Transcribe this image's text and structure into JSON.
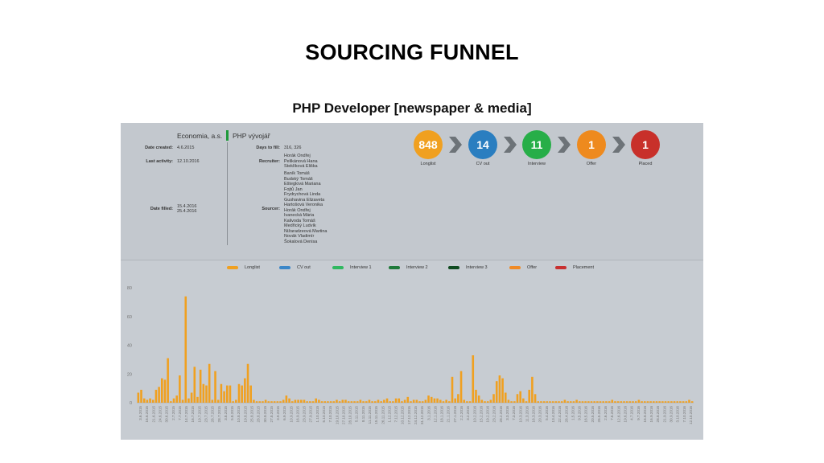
{
  "title": "SOURCING FUNNEL",
  "subtitle": "PHP Developer [newspaper & media]",
  "header": {
    "company": "Economia, a.s.",
    "position": "PHP vývojář"
  },
  "details_left": {
    "date_created_label": "Date created:",
    "date_created": "4.6.2015",
    "last_activity_label": "Last activity:",
    "last_activity": "12.10.2016",
    "date_filled_label": "Date filled:",
    "date_filled": [
      "15.4.2016",
      "25.4.2016"
    ]
  },
  "details_right": {
    "days_to_fill_label": "Days to fill:",
    "days_to_fill": "316, 326",
    "recruiter_label": "Recruiter:",
    "recruiters": [
      "Horák Ondřej",
      "Pelikánová Hana",
      "Steklíková Eliška"
    ],
    "sourcer_label": "Sourcer:",
    "sourcers": [
      "Baník Tomáš",
      "Budský Tomáš",
      "Ešteglová Mariana",
      "Fojtů Jan",
      "Frydrychová Linda",
      "Gushavina Elizaveta",
      "Hartošová Veronika",
      "Horák Ondřej",
      "Ivanecká Mária",
      "Kalivoda Tomáš",
      "Medřický Ludvík",
      "Nižaradzeová Martina",
      "Novák Vladimír",
      "Šokalová Denisa"
    ]
  },
  "funnel": [
    {
      "value": "848",
      "label": "Longlist",
      "color": "#f0a020"
    },
    {
      "value": "14",
      "label": "CV out",
      "color": "#2a7ec0"
    },
    {
      "value": "11",
      "label": "Interview",
      "color": "#27ae48"
    },
    {
      "value": "1",
      "label": "Offer",
      "color": "#ee8a1e"
    },
    {
      "value": "1",
      "label": "Placed",
      "color": "#c8302a"
    }
  ],
  "legend": [
    {
      "label": "Longlist",
      "color": "#f0a020"
    },
    {
      "label": "CV out",
      "color": "#3a86c8"
    },
    {
      "label": "Interview 1",
      "color": "#30b860"
    },
    {
      "label": "Interview 2",
      "color": "#1f7a3a"
    },
    {
      "label": "Interview 3",
      "color": "#0f4a20"
    },
    {
      "label": "Offer",
      "color": "#f08a25"
    },
    {
      "label": "Placement",
      "color": "#c83030"
    }
  ],
  "chart_data": {
    "type": "bar",
    "ylim": [
      0,
      80
    ],
    "yticks": [
      0,
      20,
      40,
      60,
      80
    ],
    "grid": false,
    "legend_position": "top",
    "x_labels": [
      "3.6.2015",
      "16.6.2015",
      "21.6.2015",
      "24.6.2015",
      "30.6.2015",
      "2.7.2015",
      "7.7.2015",
      "14.7.2015",
      "16.7.2015",
      "19.7.2015",
      "23.7.2015",
      "26.7.2015",
      "28.7.2015",
      "3.8.2015",
      "5.8.2015",
      "10.8.2015",
      "19.8.2015",
      "25.8.2015",
      "28.8.2015",
      "30.8.2015",
      "27.8.2015",
      "3.9.2015",
      "6.9.2015",
      "10.9.2015",
      "16.9.2015",
      "23.9.2015",
      "27.9.2015",
      "1.10.2015",
      "5.10.2015",
      "7.10.2015",
      "19.10.2015",
      "27.10.2015",
      "28.10.2015",
      "5.11.2015",
      "8.11.2015",
      "11.11.2015",
      "15.11.2015",
      "26.11.2015",
      "1.12.2015",
      "7.12.2015",
      "10.12.2015",
      "17.12.2015",
      "24.12.2015",
      "31.12.2015",
      "3.1.2016",
      "12.1.2016",
      "18.1.2016",
      "21.1.2016",
      "27.1.2016",
      "2.2.2016",
      "3.2.2016",
      "10.2.2016",
      "15.2.2016",
      "19.2.2016",
      "23.2.2016",
      "28.2.2016",
      "3.3.2016",
      "7.3.2016",
      "10.3.2016",
      "11.3.2016",
      "16.3.2016",
      "20.3.2016",
      "5.4.2016",
      "13.4.2016",
      "22.4.2016",
      "26.4.2016",
      "1.5.2016",
      "9.5.2016",
      "16.5.2016",
      "20.5.2016",
      "26.5.2016",
      "2.6.2016",
      "7.6.2016",
      "12.6.2016",
      "19.6.2016",
      "4.7.2016",
      "9.7.2016",
      "16.8.2016",
      "16.9.2016",
      "28.8.2016",
      "21.9.2016",
      "30.9.2016",
      "3.10.2016",
      "7.10.2016",
      "12.10.2016"
    ],
    "series": [
      {
        "name": "Longlist",
        "color": "#f0a020",
        "values": [
          7,
          9,
          3,
          2,
          3,
          2,
          9,
          11,
          17,
          16,
          31,
          1,
          3,
          5,
          19,
          2,
          74,
          3,
          7,
          25,
          4,
          23,
          13,
          12,
          27,
          2,
          22,
          2,
          13,
          8,
          12,
          12,
          1,
          2,
          13,
          12,
          17,
          27,
          12,
          2,
          1,
          1,
          1,
          2,
          1,
          1,
          1,
          1,
          1,
          2,
          5,
          3,
          1,
          2,
          2,
          2,
          2,
          1,
          1,
          1,
          3,
          2,
          1,
          1,
          1,
          1,
          1,
          2,
          1,
          2,
          2,
          1,
          1,
          1,
          1,
          2,
          1,
          1,
          2,
          1,
          1,
          2,
          1,
          2,
          3,
          1,
          1,
          3,
          3,
          1,
          2,
          4,
          1,
          2,
          2,
          1,
          1,
          2,
          5,
          4,
          3,
          3,
          2,
          1,
          2,
          1,
          18,
          3,
          6,
          22,
          2,
          1,
          1,
          33,
          9,
          5,
          2,
          1,
          1,
          2,
          6,
          15,
          19,
          17,
          7,
          2,
          1,
          1,
          6,
          8,
          3,
          1,
          9,
          18,
          6,
          1,
          1,
          1,
          1,
          1,
          1,
          1,
          1,
          1,
          2,
          1,
          1,
          1,
          2,
          1,
          1,
          1,
          1,
          1,
          1,
          1,
          1,
          1,
          1,
          1,
          2,
          1,
          1,
          1,
          1,
          1,
          1,
          1,
          1,
          2,
          1,
          1,
          1,
          1,
          1,
          1,
          1,
          1,
          1,
          1,
          1,
          1,
          1,
          1,
          1,
          1,
          2,
          1
        ]
      },
      {
        "name": "CV out",
        "color": "#3a86c8",
        "values": []
      },
      {
        "name": "Interview 1",
        "color": "#30b860",
        "values": []
      },
      {
        "name": "Interview 2",
        "color": "#1f7a3a",
        "values": []
      },
      {
        "name": "Interview 3",
        "color": "#0f4a20",
        "values": []
      },
      {
        "name": "Offer",
        "color": "#f08a25",
        "values": []
      },
      {
        "name": "Placement",
        "color": "#c83030",
        "values": []
      }
    ]
  }
}
